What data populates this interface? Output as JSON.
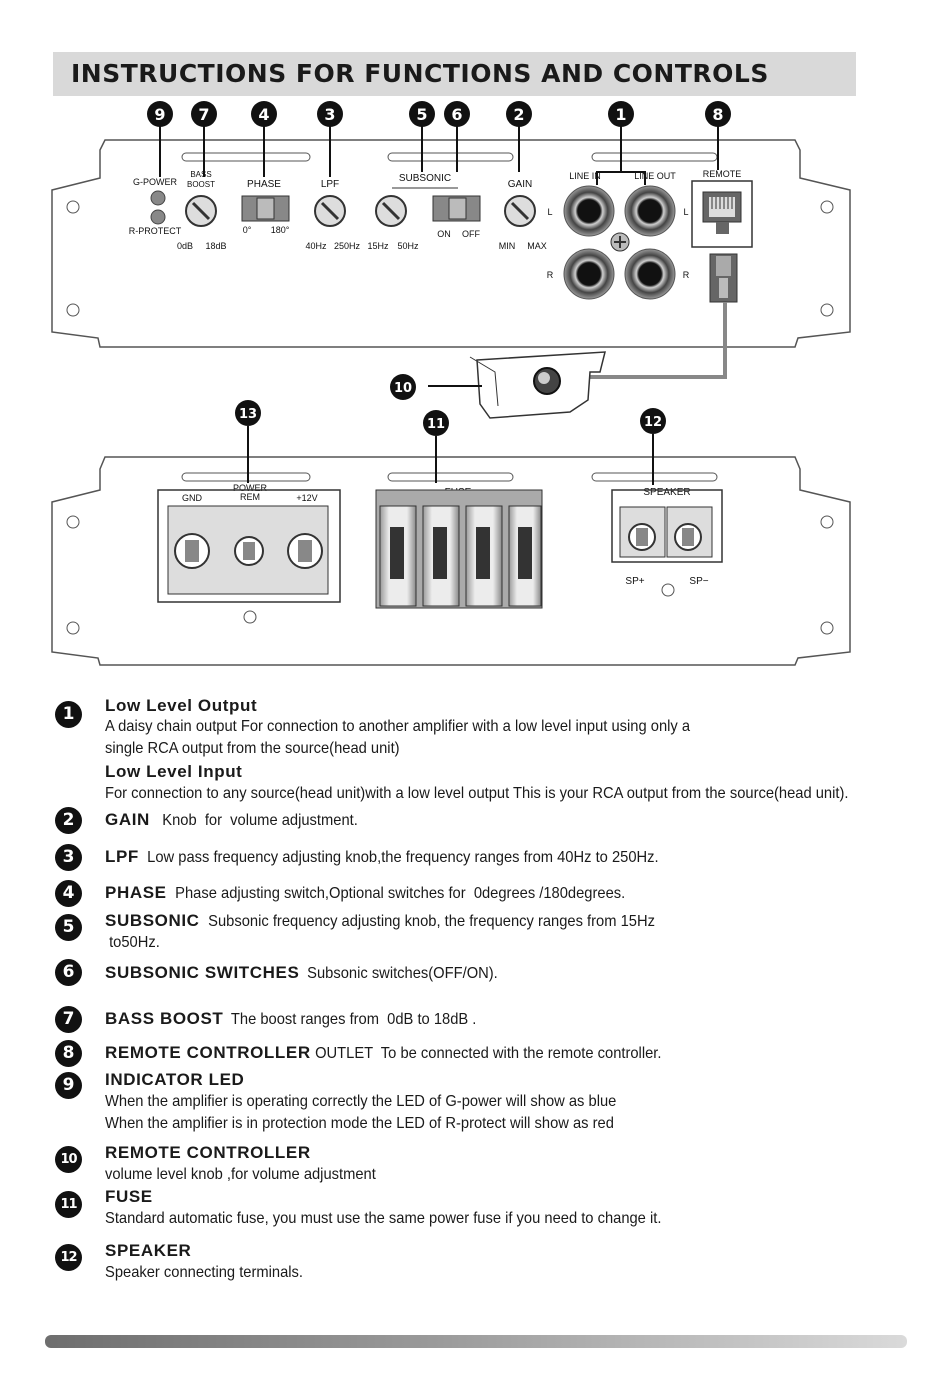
{
  "title": "INSTRUCTIONS  FOR  FUNCTIONS  AND  CONTROLS",
  "top_panel": {
    "leds": [
      "G-POWER",
      "R-PROTECT"
    ],
    "bass_boost": {
      "label": "BASS BOOST",
      "min": "0dB",
      "max": "18dB"
    },
    "phase": {
      "label": "PHASE",
      "min": "0°",
      "max": "180°"
    },
    "lpf": {
      "label": "LPF",
      "min": "40Hz",
      "max": "250Hz"
    },
    "subsonic": {
      "label": "SUBSONIC",
      "min": "15Hz",
      "max": "50Hz",
      "on": "ON",
      "off": "OFF"
    },
    "gain": {
      "label": "GAIN",
      "min": "MIN",
      "max": "MAX"
    },
    "line_in": "LINE IN",
    "line_out": "LINE OUT",
    "remote": "REMOTE",
    "left": "L",
    "right": "R"
  },
  "bottom_panel": {
    "power": {
      "label": "POWER",
      "gnd": "GND",
      "rem": "REM",
      "plus12": "+12V"
    },
    "fuse": "FUSE",
    "speaker": {
      "label": "SPEAKER",
      "plus": "SP+",
      "minus": "SP−"
    }
  },
  "callouts": [
    "9",
    "7",
    "4",
    "3",
    "5",
    "6",
    "2",
    "1",
    "8",
    "10",
    "13",
    "11",
    "12"
  ],
  "items": [
    {
      "num": "1",
      "lines": [
        {
          "head": "Low Level Output",
          "text": ""
        },
        {
          "head": "",
          "text": "A daisy chain output For connection to another amplifier with a low level input using only a"
        },
        {
          "head": "",
          "text": "single RCA output from the source(head unit)"
        },
        {
          "head": "Low Level Input",
          "text": ""
        },
        {
          "head": "",
          "text": "For connection to any source(head unit)with a low level output This is your RCA output from the source(head unit)."
        }
      ]
    },
    {
      "num": "2",
      "lines": [
        {
          "head": "GAIN",
          "text": "   Knob  for  volume adjustment."
        }
      ]
    },
    {
      "num": "3",
      "lines": [
        {
          "head": "LPF",
          "text": "  Low pass frequency adjusting knob,the frequency ranges from 40Hz to 250Hz."
        }
      ]
    },
    {
      "num": "4",
      "lines": [
        {
          "head": "PHASE",
          "text": "  Phase adjusting switch,Optional switches for  0degrees /180degrees."
        }
      ]
    },
    {
      "num": "5",
      "lines": [
        {
          "head": "SUBSONIC",
          "text": "  Subsonic frequency adjusting knob, the frequency ranges from 15Hz"
        },
        {
          "head": "",
          "text": " to50Hz."
        }
      ]
    },
    {
      "num": "6",
      "lines": [
        {
          "head": "SUBSONIC SWITCHES",
          "text": "  Subsonic switches(OFF/ON)."
        }
      ]
    },
    {
      "num": "7",
      "lines": [
        {
          "head": "BASS BOOST",
          "text": "  The boost ranges from  0dB to 18dB ."
        }
      ]
    },
    {
      "num": "8",
      "lines": [
        {
          "head": "REMOTE CONTROLLER",
          "text": " OUTLET  To be connected with the remote controller."
        }
      ]
    },
    {
      "num": "9",
      "lines": [
        {
          "head": "INDICATOR LED",
          "text": ""
        },
        {
          "head": "",
          "text": "When the amplifier is operating correctly the LED of G-power will show as blue"
        },
        {
          "head": "",
          "text": "When the amplifier is in protection mode the LED of R-protect will show as red"
        }
      ]
    },
    {
      "num": "10",
      "lines": [
        {
          "head": "REMOTE CONTROLLER",
          "text": ""
        },
        {
          "head": "",
          "text": "volume  level  knob ,for volume adjustment"
        }
      ]
    },
    {
      "num": "11",
      "lines": [
        {
          "head": "FUSE",
          "text": ""
        },
        {
          "head": "",
          "text": "Standard automatic fuse, you must use the same power fuse if you need to change it."
        }
      ]
    },
    {
      "num": "12",
      "lines": [
        {
          "head": "SPEAKER",
          "text": ""
        },
        {
          "head": "",
          "text": "Speaker  connecting  terminals."
        }
      ]
    }
  ]
}
